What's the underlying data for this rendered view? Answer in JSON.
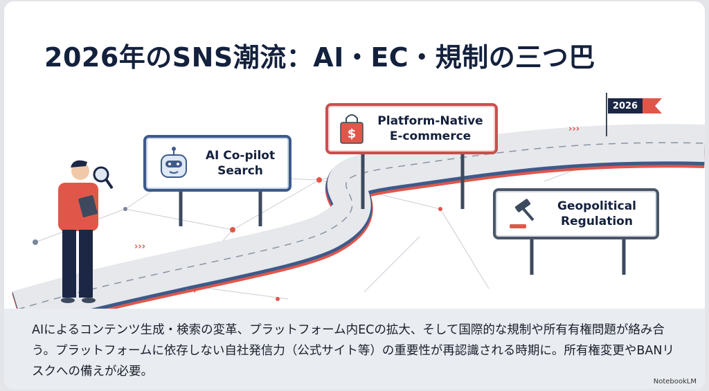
{
  "title": "2026年のSNS潮流：AI・EC・規制の三つ巴",
  "signs": {
    "ai": {
      "line1": "AI Co-pilot",
      "line2": "Search",
      "icon": "robot-icon"
    },
    "ec": {
      "line1": "Platform-Native",
      "line2": "E-commerce",
      "icon": "shopping-bag-icon",
      "glyph": "$"
    },
    "geo": {
      "line1": "Geopolitical",
      "line2": "Regulation",
      "icon": "gavel-icon"
    }
  },
  "flag": {
    "label": "2026"
  },
  "description": "AIによるコンテンツ生成・検索の変革、プラットフォーム内ECの拡大、そして国際的な規制や所有有権問題が絡み合う。プラットフォームに依存しない自社発信力（公式サイト等）の重要性が再認識される時期に。所有権変更やBANリスクへの備えが必要。",
  "brand": "NotebookLM",
  "colors": {
    "navy": "#14213d",
    "red": "#e0574a",
    "blue": "#3d5a8a",
    "panel": "#e9ecf1"
  }
}
